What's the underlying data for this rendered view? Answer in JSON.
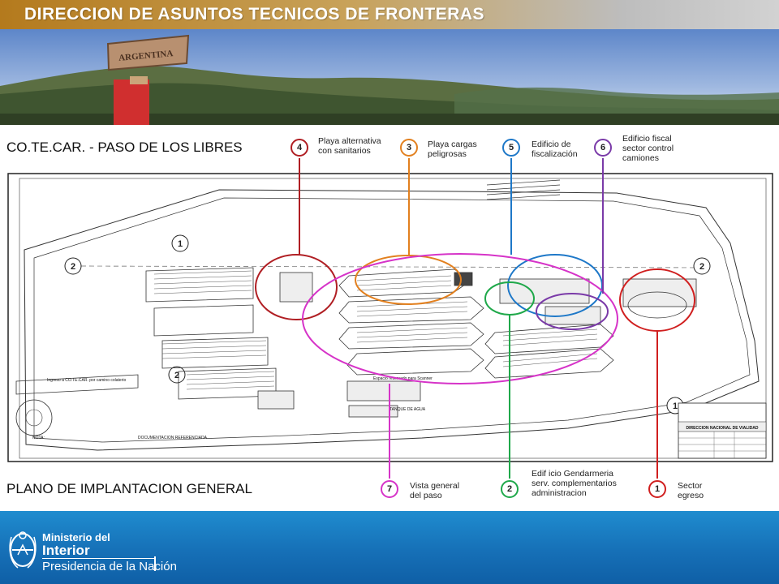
{
  "header": {
    "title": "DIRECCION DE ASUNTOS TECNICOS DE FRONTERAS"
  },
  "banner": {
    "sign_text": "ARGENTINA"
  },
  "titles": {
    "top": "CO.TE.CAR. - PASO DE LOS LIBRES",
    "bottom": "PLANO DE IMPLANTACION GENERAL"
  },
  "legend": [
    {
      "number": "4",
      "color": "#b01e23",
      "text": "Playa alternativa\n con sanitarios"
    },
    {
      "number": "3",
      "color": "#e2801f",
      "text": "Playa cargas\npeligrosas"
    },
    {
      "number": "5",
      "color": "#1e78c8",
      "text": "Edificio de\nfiscalización"
    },
    {
      "number": "6",
      "color": "#7a3aa8",
      "text": "Edificio fiscal\nsector control\ncamiones"
    },
    {
      "number": "7",
      "color": "#d633c8",
      "text": "Vista general\ndel paso"
    },
    {
      "number": "2",
      "color": "#1fa84a",
      "text": "Edif icio Gendarmeria\nserv. complementarios\nadministracion"
    },
    {
      "number": "1",
      "color": "#d01f1f",
      "text": "Sector\negreso"
    }
  ],
  "plan": {
    "labels": {
      "tanque": "TANQUE DE AGUA",
      "espacio": "Espacio reservado para Scanner",
      "ingreso": "Ingreso a CO.TE.CAR. por camino colaterio",
      "direccion": "DIRECCION NACIONAL DE VIALIDAD",
      "documentacion": "DOCUMENTACION REFERENCIADA",
      "nota": "NOTA:"
    },
    "axis_markers": [
      "1",
      "2",
      "2",
      "2",
      "1"
    ]
  },
  "footer": {
    "line1": "Ministerio del",
    "line2": "Interior",
    "line3": "Presidencia de la Nación"
  }
}
